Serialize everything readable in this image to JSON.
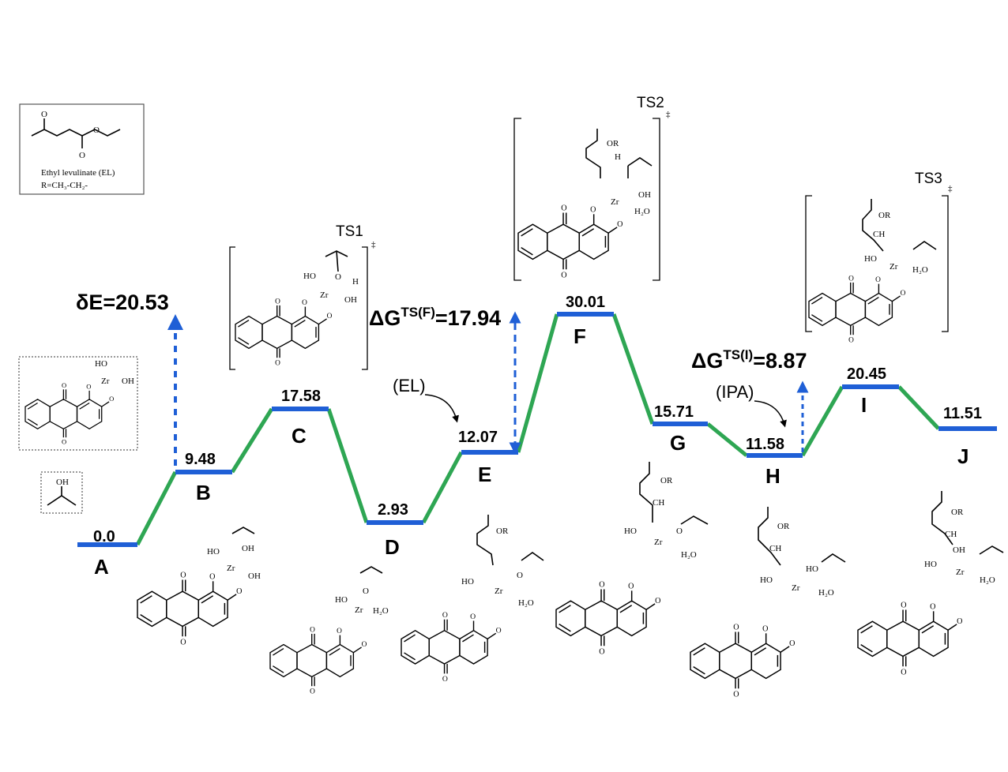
{
  "legend_box": {
    "name_line": "Ethyl levulinate (EL)",
    "r_line": "R=CH₃-CH₂-"
  },
  "levels": [
    {
      "id": "A",
      "value": "0.0"
    },
    {
      "id": "B",
      "value": "9.48"
    },
    {
      "id": "C",
      "value": "17.58"
    },
    {
      "id": "D",
      "value": "2.93"
    },
    {
      "id": "E",
      "value": "12.07"
    },
    {
      "id": "F",
      "value": "30.01"
    },
    {
      "id": "G",
      "value": "15.71"
    },
    {
      "id": "H",
      "value": "11.58"
    },
    {
      "id": "I",
      "value": "20.45"
    },
    {
      "id": "J",
      "value": "11.51"
    }
  ],
  "ts_labels": {
    "ts1": "TS1",
    "ts2": "TS2",
    "ts3": "TS3",
    "dagger": "‡"
  },
  "annotations": {
    "deltaE": "δE=20.53",
    "dgF_prefix": "ΔG",
    "dgF_sup": "TS(F)",
    "dgF_val": "=17.94",
    "dgI_prefix": "ΔG",
    "dgI_sup": "TS(I)",
    "dgI_val": "=8.87",
    "el": "(EL)",
    "ipa": "(IPA)"
  },
  "atoms": {
    "o": "O",
    "oh": "OH",
    "ho": "HO",
    "zr": "Zr",
    "h2o": "H₂O",
    "or": "OR",
    "ch": "CH",
    "h": "H"
  },
  "colors": {
    "level": "#1f5fd6",
    "connector": "#2ea653",
    "arrow": "#1f5fd6"
  }
}
